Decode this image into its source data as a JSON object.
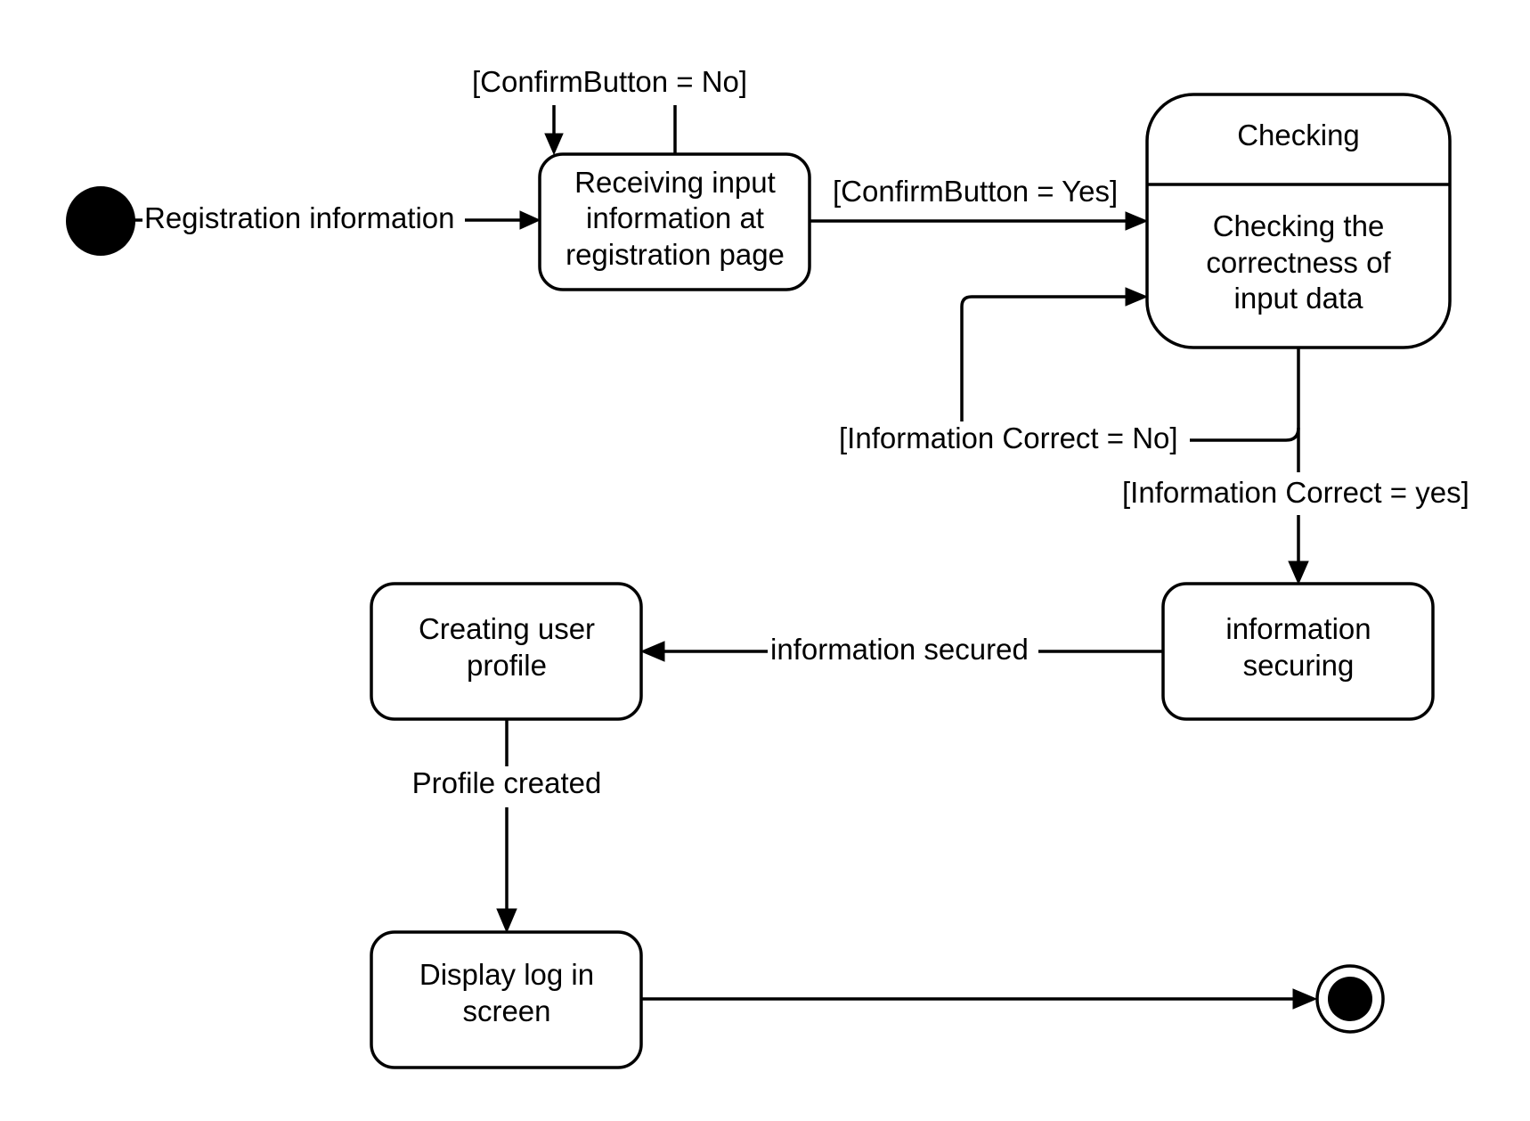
{
  "states": {
    "receiving": {
      "lines": [
        "Receiving input",
        "information at",
        "registration page"
      ]
    },
    "checking": {
      "title": "Checking",
      "lines": [
        "Checking the",
        "correctness of",
        "input data"
      ]
    },
    "securing": {
      "lines": [
        "information",
        "securing"
      ]
    },
    "creating": {
      "lines": [
        "Creating user",
        "profile"
      ]
    },
    "display": {
      "lines": [
        "Display log in",
        "screen"
      ]
    }
  },
  "transitions": {
    "registration": "Registration information",
    "confirm_no": "[ConfirmButton = No]",
    "confirm_yes": "[ConfirmButton = Yes]",
    "info_no": "[Information Correct = No]",
    "info_yes": "[Information Correct = yes]",
    "secured": "information secured",
    "profile_created": "Profile created"
  }
}
